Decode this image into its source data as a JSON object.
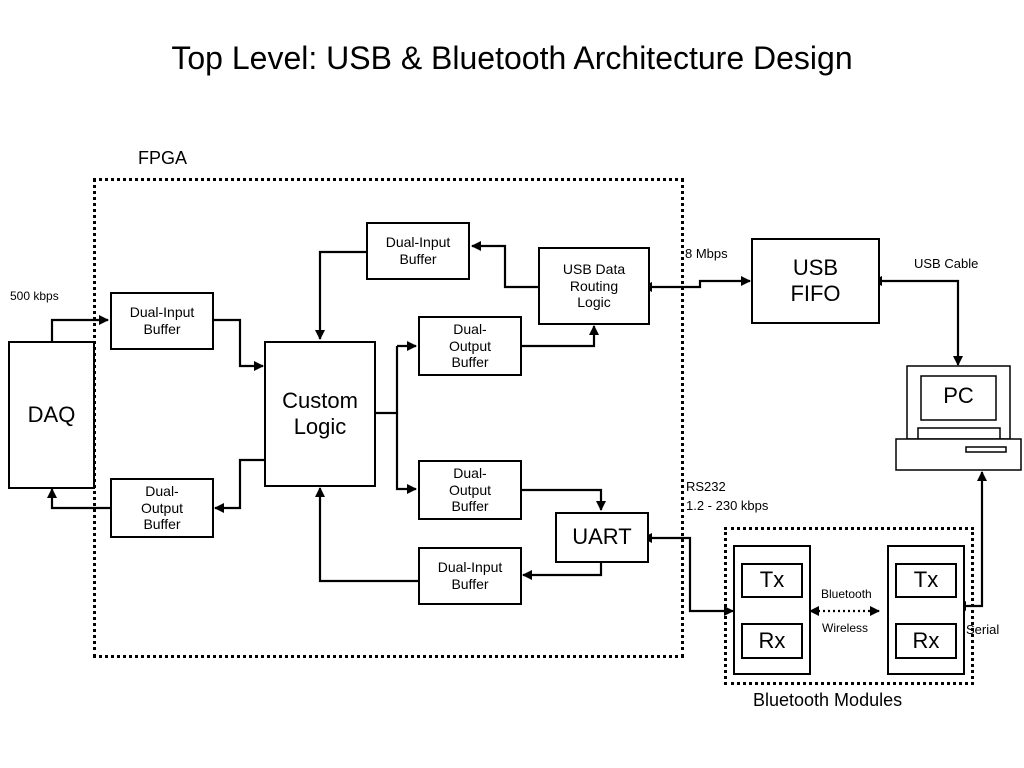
{
  "title": "Top Level:  USB & Bluetooth Architecture Design",
  "regions": {
    "fpga": "FPGA",
    "bluetooth_modules": "Bluetooth Modules"
  },
  "blocks": {
    "daq": "DAQ",
    "daq_input_buffer": "Dual-Input\nBuffer",
    "daq_output_buffer": "Dual-\nOutput\nBuffer",
    "custom_logic": "Custom\nLogic",
    "usb_input_buffer": "Dual-Input\nBuffer",
    "usb_output_buffer": "Dual-\nOutput\nBuffer",
    "uart_output_buffer": "Dual-\nOutput\nBuffer",
    "uart_input_buffer": "Dual-Input\nBuffer",
    "usb_routing": "USB Data\nRouting\nLogic",
    "usb_fifo": "USB\nFIFO",
    "uart": "UART",
    "pc": "PC",
    "tx1": "Tx",
    "rx1": "Rx",
    "tx2": "Tx",
    "rx2": "Rx"
  },
  "labels": {
    "kbps_500": "500 kbps",
    "mbps_8": "8 Mbps",
    "usb_cable": "USB Cable",
    "rs232": "RS232",
    "rs232_rate": "1.2 - 230 kbps",
    "bt_line1": "Bluetooth",
    "bt_line2": "Wireless",
    "serial": "Serial"
  }
}
